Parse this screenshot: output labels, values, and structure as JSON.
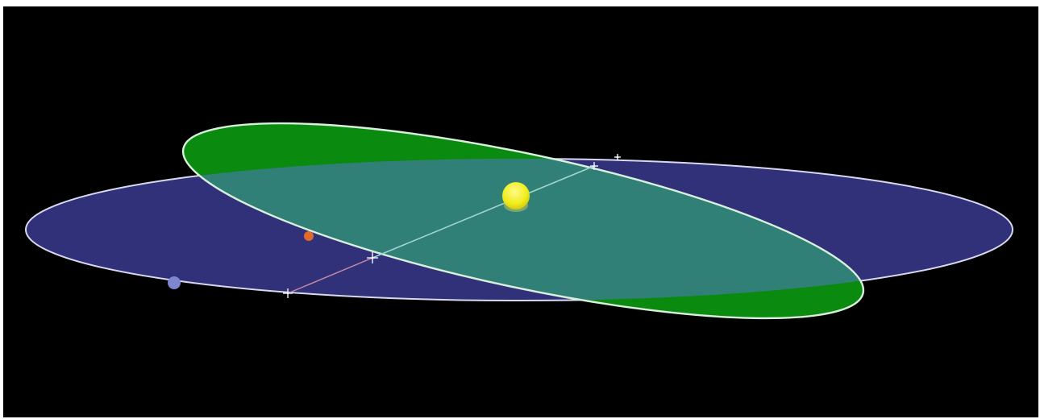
{
  "scene": {
    "background_color": "#000000",
    "frame_color": "#ffffff"
  },
  "colors": {
    "reference_plane_fill": "#31317a",
    "reference_plane_outline": "#d8d8ee",
    "orbit_plane_fill": "#0b8a10",
    "overlap_fill": "#34807d",
    "orbit_plane_outline": "#d9f0dc",
    "line_of_nodes": "#9fd6cf",
    "node_connector": "#c98aa4",
    "sun": "#f0ec1a",
    "sun_shadow": "#8aa86a",
    "marker_orange": "#e06a2e",
    "marker_blue": "#7f86d0",
    "star_marker": "#eef2ff"
  },
  "objects": {
    "sun": "sun",
    "orbit_body": "orange-marker",
    "reference_body": "blue-marker",
    "node_markers": [
      "star-marker",
      "star-marker",
      "star-marker",
      "star-marker"
    ]
  }
}
